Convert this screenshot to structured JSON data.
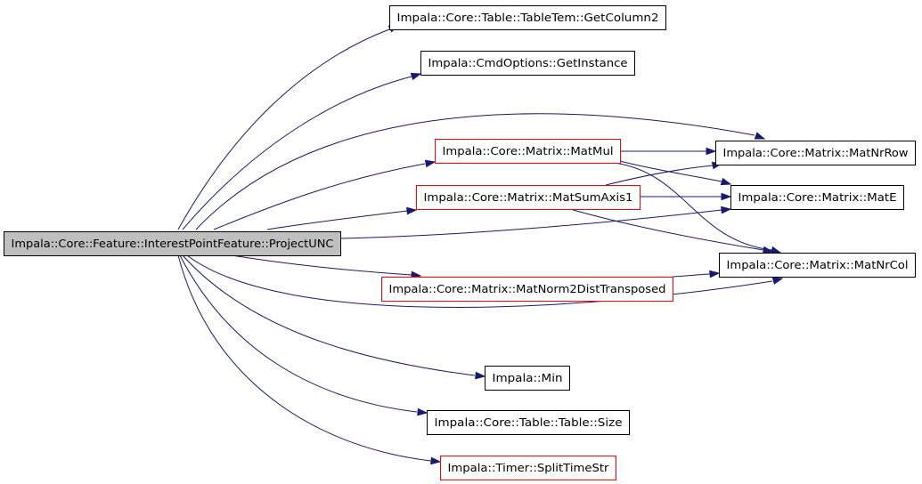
{
  "colors": {
    "edge": "#191970",
    "border_plain": "#000000",
    "border_truncated": "#ff0000",
    "root_fill": "#bfbfbf",
    "node_fill": "#ffffff"
  },
  "nodes": {
    "root": {
      "label": "Impala::Core::Feature::InterestPointFeature::ProjectUNC",
      "style": "root"
    },
    "get_column2": {
      "label": "Impala::Core::Table::TableTem::GetColumn2",
      "style": "plain"
    },
    "get_instance": {
      "label": "Impala::CmdOptions::GetInstance",
      "style": "plain"
    },
    "mat_mul": {
      "label": "Impala::Core::Matrix::MatMul",
      "style": "truncated"
    },
    "mat_nr_row": {
      "label": "Impala::Core::Matrix::MatNrRow",
      "style": "plain"
    },
    "mat_sum_axis1": {
      "label": "Impala::Core::Matrix::MatSumAxis1",
      "style": "truncated"
    },
    "mat_e": {
      "label": "Impala::Core::Matrix::MatE",
      "style": "plain"
    },
    "mat_nr_col": {
      "label": "Impala::Core::Matrix::MatNrCol",
      "style": "plain"
    },
    "mat_norm2": {
      "label": "Impala::Core::Matrix::MatNorm2DistTransposed",
      "style": "truncated"
    },
    "min": {
      "label": "Impala::Min",
      "style": "plain"
    },
    "table_size": {
      "label": "Impala::Core::Table::Table::Size",
      "style": "plain"
    },
    "split_time_str": {
      "label": "Impala::Timer::SplitTimeStr",
      "style": "truncated"
    }
  },
  "edges": [
    {
      "from": "root",
      "to": "get_column2"
    },
    {
      "from": "root",
      "to": "get_instance"
    },
    {
      "from": "root",
      "to": "mat_nr_row"
    },
    {
      "from": "root",
      "to": "mat_mul"
    },
    {
      "from": "root",
      "to": "mat_sum_axis1"
    },
    {
      "from": "root",
      "to": "mat_e"
    },
    {
      "from": "root",
      "to": "mat_norm2"
    },
    {
      "from": "root",
      "to": "mat_nr_col"
    },
    {
      "from": "root",
      "to": "min"
    },
    {
      "from": "root",
      "to": "table_size"
    },
    {
      "from": "root",
      "to": "split_time_str"
    },
    {
      "from": "mat_mul",
      "to": "mat_nr_row"
    },
    {
      "from": "mat_mul",
      "to": "mat_e"
    },
    {
      "from": "mat_mul",
      "to": "mat_nr_col"
    },
    {
      "from": "mat_sum_axis1",
      "to": "mat_nr_row"
    },
    {
      "from": "mat_sum_axis1",
      "to": "mat_e"
    },
    {
      "from": "mat_sum_axis1",
      "to": "mat_nr_col"
    },
    {
      "from": "mat_norm2",
      "to": "mat_nr_col"
    }
  ]
}
